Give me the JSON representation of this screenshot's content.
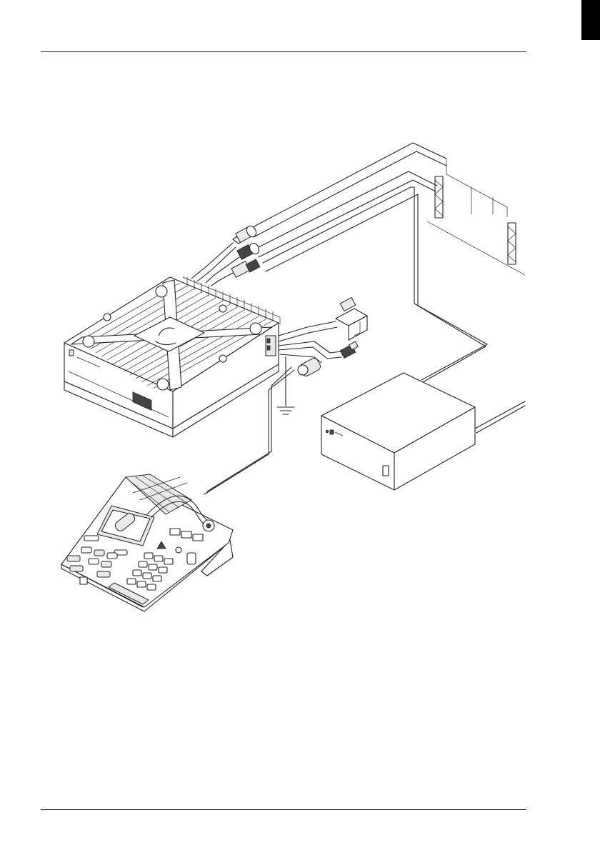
{
  "page": {
    "header_rule": "line",
    "footer_rule": "line",
    "thumb_tab_color": "#000000"
  },
  "figure": {
    "type": "installation-diagram",
    "components": [
      {
        "id": "radio-unit",
        "icon": "radio-unit-icon"
      },
      {
        "id": "antenna-connectors",
        "icon": "antenna-connector-icon"
      },
      {
        "id": "accessory-cables",
        "icon": "cable-connector-icon"
      },
      {
        "id": "ground",
        "icon": "ground-icon"
      },
      {
        "id": "power-supply",
        "icon": "power-supply-icon"
      },
      {
        "id": "desk-console",
        "icon": "console-microphone-icon"
      },
      {
        "id": "antenna-mast",
        "icon": "antenna-mast-icon"
      }
    ],
    "stroke_color": "#222222"
  }
}
